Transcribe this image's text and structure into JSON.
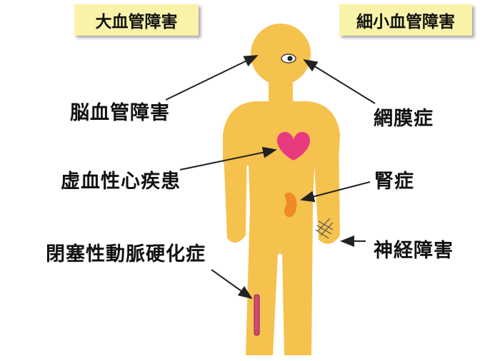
{
  "headers": {
    "macro": "大血管障害",
    "micro": "細小血管障害"
  },
  "labels": {
    "cerebrovascular": "脳血管障害",
    "ischemic_heart": "虚血性心疾患",
    "pad": "閉塞性動脈硬化症",
    "retinopathy": "網膜症",
    "nephropathy": "腎症",
    "neuropathy": "神経障害"
  },
  "colors": {
    "body": "#f5c24e",
    "heart": "#e83a7f",
    "kidney": "#ef8a26",
    "vessel": "#d5487a",
    "header_bg": "#f8f3a8",
    "arrow": "#222222"
  }
}
